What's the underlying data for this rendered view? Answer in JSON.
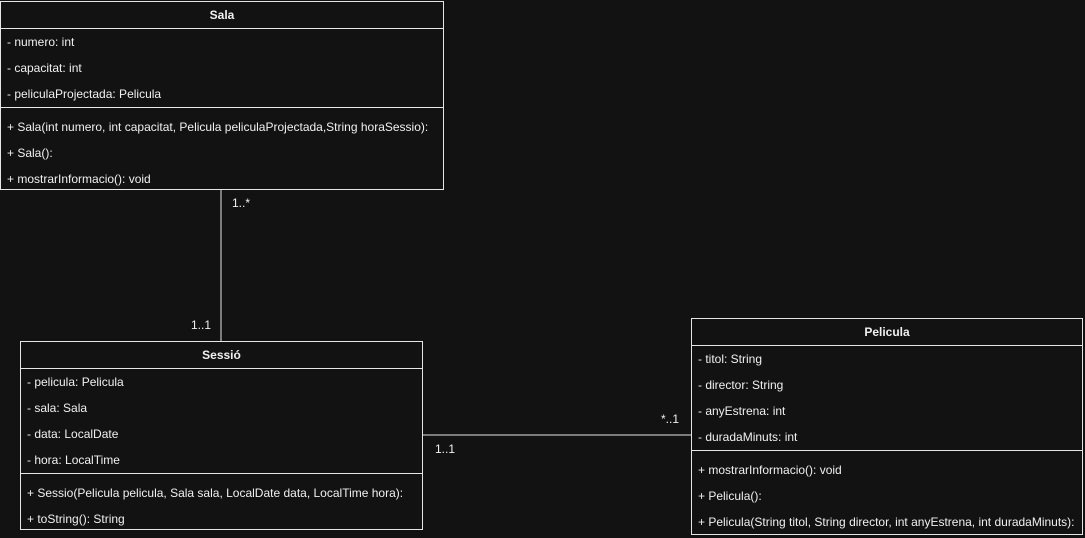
{
  "classes": {
    "sala": {
      "name": "Sala",
      "attributes": [
        "- numero: int",
        "- capacitat: int",
        "- peliculaProjectada: Pelicula"
      ],
      "methods": [
        "+ Sala(int numero, int capacitat, Pelicula peliculaProjectada,String horaSessio):",
        "+ Sala():",
        "+ mostrarInformacio(): void"
      ]
    },
    "sessio": {
      "name": "Sessió",
      "attributes": [
        "- pelicula: Pelicula",
        "- sala: Sala",
        "- data: LocalDate",
        "- hora: LocalTime"
      ],
      "methods": [
        "+ Sessio(Pelicula pelicula, Sala sala, LocalDate data, LocalTime hora):",
        "+ toString(): String"
      ]
    },
    "pelicula": {
      "name": "Pelicula",
      "attributes": [
        "- titol: String",
        "- director: String",
        "- anyEstrena: int",
        "- duradaMinuts: int"
      ],
      "methods": [
        "+ mostrarInformacio(): void",
        "+ Pelicula():",
        "+ Pelicula(String titol, String director, int anyEstrena, int duradaMinuts):"
      ]
    }
  },
  "associations": {
    "sala_sessio": {
      "sala_end": "1..*",
      "sessio_end": "1..1"
    },
    "sessio_pelicula": {
      "sessio_end": "1..1",
      "pelicula_end": "*..1"
    }
  }
}
